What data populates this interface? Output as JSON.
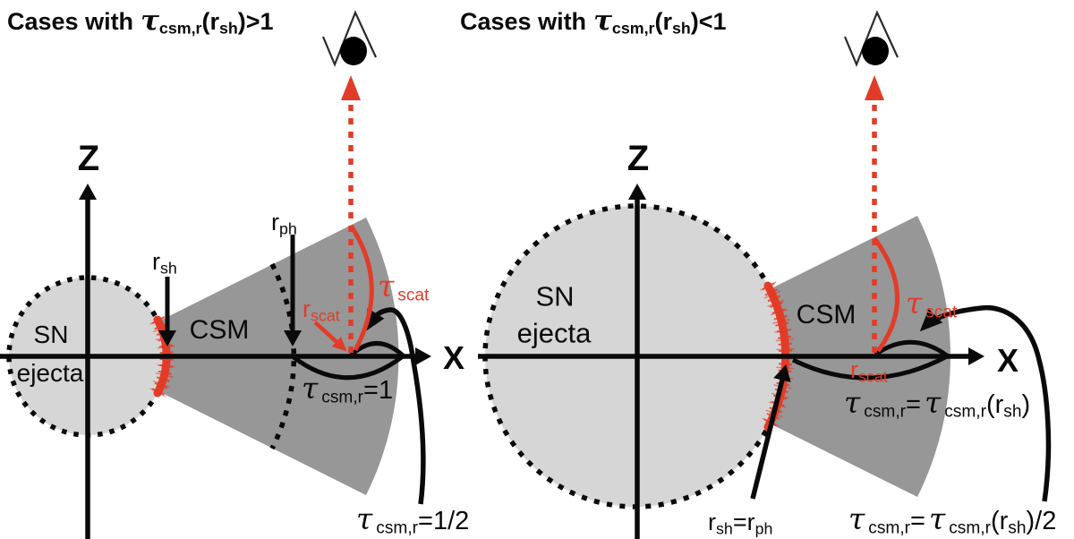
{
  "colors": {
    "red": "#E23C28",
    "sn_ejecta_fill": "#D6D6D6",
    "csm_fill": "#979797",
    "line_black": "#0a0a0a"
  },
  "icons": {
    "observer": "eye-icon",
    "line_of_sight": "red-dashed-up-arrow"
  },
  "left": {
    "title": {
      "prefix": "Cases with",
      "tau": "τ",
      "tau_sub": "csm,r",
      "mid": "(r",
      "r_sub": "sh",
      "suffix": ")>1"
    },
    "z": "Z",
    "x": "X",
    "sn": "SN",
    "ejecta": "ejecta",
    "csm": "CSM",
    "r_sh": {
      "r": "r",
      "sub": "sh"
    },
    "r_ph": {
      "r": "r",
      "sub": "ph"
    },
    "r_scat": {
      "r": "r",
      "sub": "scat"
    },
    "tau_scat": {
      "tau": "τ",
      "sub": "scat"
    },
    "tau_csm_one": {
      "tau": "τ",
      "sub": "csm,r",
      "rest": "=1"
    },
    "tau_csm_half": {
      "tau": "τ",
      "sub": "csm,r",
      "rest": "=1/2"
    }
  },
  "right": {
    "title": {
      "prefix": "Cases with",
      "tau": "τ",
      "tau_sub": "csm,r",
      "mid": "(r",
      "r_sub": "sh",
      "suffix": ")<1"
    },
    "z": "Z",
    "x": "X",
    "sn": "SN",
    "ejecta": "ejecta",
    "csm": "CSM",
    "r_sh_ph": {
      "r": "r",
      "sub": "sh",
      "eq": "=r",
      "sub2": "ph"
    },
    "r_scat": {
      "r": "r",
      "sub": "scat"
    },
    "tau_scat": {
      "tau": "τ",
      "sub": "scat"
    },
    "tau_csm_full": {
      "tau": "τ",
      "sub": "csm,r",
      "eq": "=",
      "tau2": "τ",
      "sub2": "csm,r",
      "mid": "(r",
      "sub3": "sh",
      "close": ")"
    },
    "tau_csm_half": {
      "tau": "τ",
      "sub": "csm,r",
      "eq": "=",
      "tau2": "τ",
      "sub2": "csm,r",
      "mid": "(r",
      "sub3": "sh",
      "close": ")/2"
    }
  }
}
